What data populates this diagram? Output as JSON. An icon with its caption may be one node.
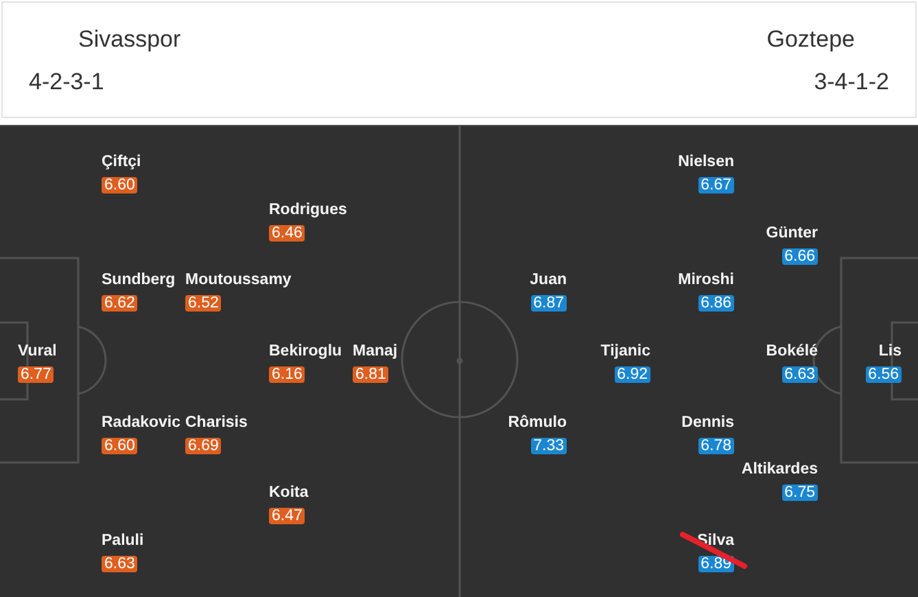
{
  "diagram": {
    "nodes": [
      {
        "text": [
          "Çiftçi",
          "6.60"
        ]
      },
      {
        "text": [
          "Rodrigues",
          "6.46"
        ]
      },
      {
        "text": [
          "Sundberg",
          "6.62"
        ]
      },
      {
        "text": [
          "Moutoussamy",
          "6.52"
        ]
      },
      {
        "text": [
          "Vural",
          "6.77"
        ]
      },
      {
        "text": [
          "Bekiroglu",
          "6.16"
        ]
      },
      {
        "text": [
          "Manaj",
          "6.81"
        ]
      },
      {
        "text": [
          "Radakovic",
          "6.60"
        ]
      },
      {
        "text": [
          "Charisis",
          "6.69"
        ]
      },
      {
        "text": [
          "Koita",
          "6.47"
        ]
      },
      {
        "text": [
          "Paluli",
          "6.63"
        ]
      },
      {
        "text": [
          "Nielsen",
          "6.67"
        ]
      },
      {
        "text": [
          "Günter",
          "6.66"
        ]
      },
      {
        "text": [
          "Juan",
          "6.87"
        ]
      },
      {
        "text": [
          "Miroshi",
          "6.86"
        ]
      },
      {
        "text": [
          "Tijanic",
          "6.92"
        ]
      },
      {
        "text": [
          "Bokélé",
          "6.63"
        ]
      },
      {
        "text": [
          "Lis",
          "6.56"
        ]
      },
      {
        "text": [
          "Rômulo",
          "7.33"
        ]
      },
      {
        "text": [
          "Dennis",
          "6.78"
        ]
      },
      {
        "text": [
          "Altikardes",
          "6.75"
        ]
      },
      {
        "text": [
          "Silva",
          "6.89"
        ]
      }
    ],
    "labels": [
      "Sivasspor",
      "4-2-3-1",
      "Goztepe",
      "3-4-1-2"
    ]
  }
}
